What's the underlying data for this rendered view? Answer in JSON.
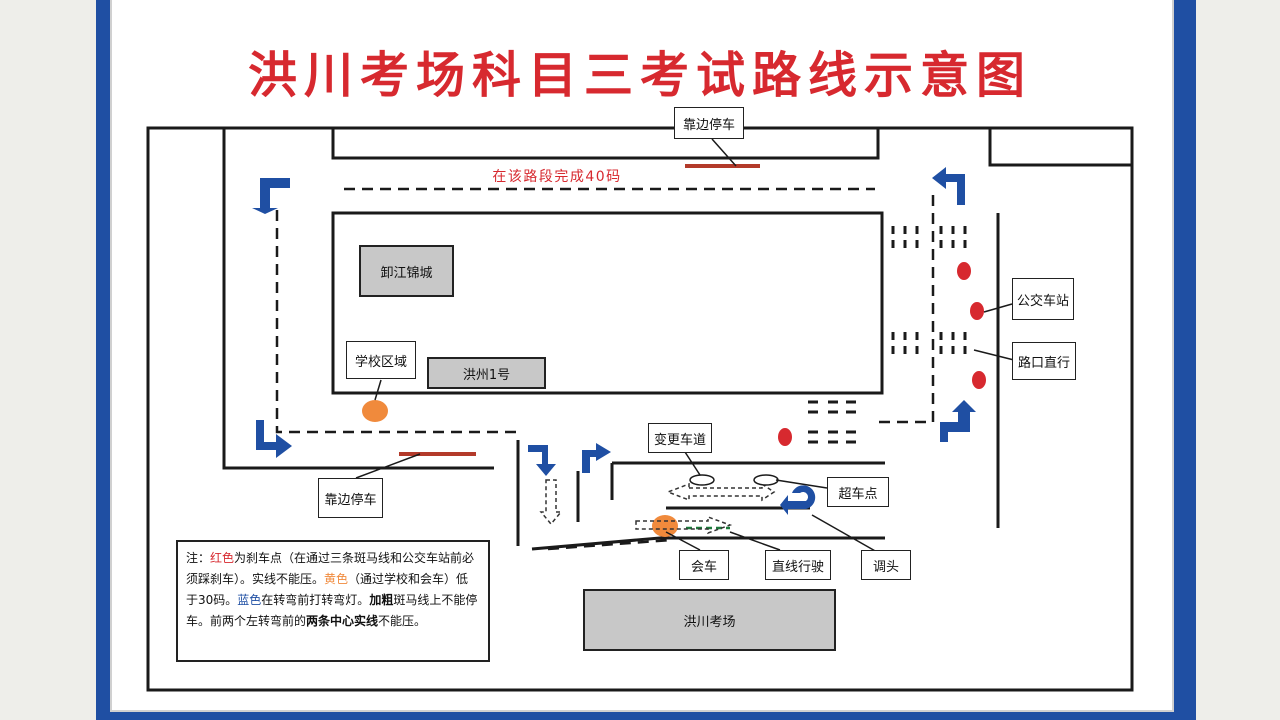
{
  "title": "洪川考场科目三考试路线示意图",
  "colors": {
    "board_frame": "#1f4fa3",
    "title": "#d7292f",
    "road_line": "#1a1a1a",
    "brake_point": "#d7292f",
    "slow_zone": "#f08a3c",
    "turn_arrow": "#1f4fa3",
    "stop_mark": "#b33a2a"
  },
  "road_note": "在该路段完成40码",
  "buildings": {
    "xiejiang": "卸江锦城",
    "hongzhou1": "洪州1号",
    "exam_center": "洪川考场"
  },
  "labels": {
    "park_top": "靠边停车",
    "park_left": "靠边停车",
    "school_zone": "学校区域",
    "bus_stop": "公交车站",
    "intersection_straight": "路口直行",
    "lane_change": "变更车道",
    "overtake_point": "超车点",
    "meet_car": "会车",
    "drive_straight": "直线行驶",
    "u_turn": "调头"
  },
  "note": {
    "prefix": "注：",
    "red_word": "红色",
    "text1": "为刹车点（在通过三条斑马线和公交车站前必须踩刹车）。实线不能压。",
    "yellow_word": "黄色",
    "text2": "（通过学校和会车）低于30码。",
    "blue_word": "蓝色",
    "text3": "在转弯前打转弯灯。",
    "bold1": "加粗",
    "text4": "斑马线上不能停车。前两个左转弯前的",
    "bold2": "两条中心实线",
    "text5": "不能压。"
  },
  "icons": [
    "turn-arrow-icon",
    "u-turn-arrow-icon",
    "brake-point-marker",
    "slow-zone-marker",
    "zebra-crossing"
  ]
}
